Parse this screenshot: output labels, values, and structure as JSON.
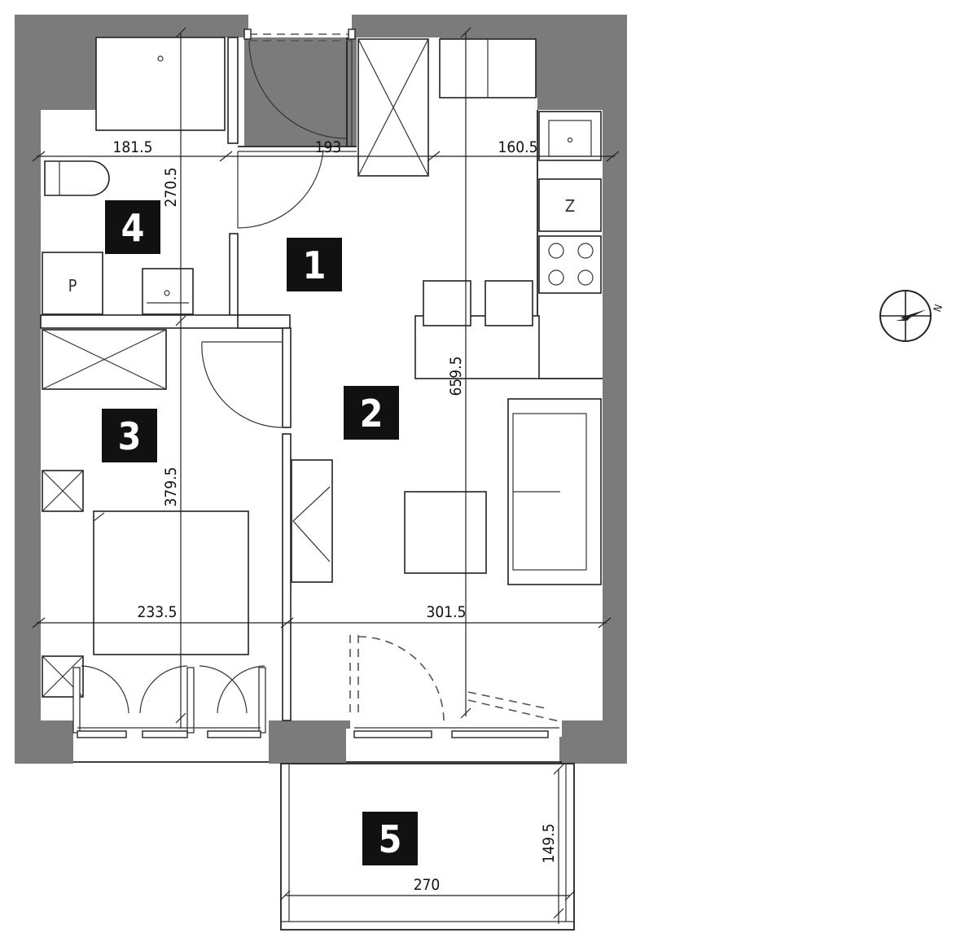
{
  "rooms": [
    {
      "number": "1"
    },
    {
      "number": "2"
    },
    {
      "number": "3"
    },
    {
      "number": "4"
    },
    {
      "number": "5"
    }
  ],
  "dimensions": {
    "d1": "181.5",
    "d2": "193",
    "d3": "160.5",
    "d4": "270.5",
    "d5": "659.5",
    "d6": "379.5",
    "d7": "233.5",
    "d8": "301.5",
    "d9": "149.5",
    "d10": "270"
  },
  "fixtures": {
    "washer_letter": "P",
    "fridge_letter": "Z"
  },
  "compass": {
    "north_letter": "N"
  },
  "colors": {
    "wall": "#7b7b7b",
    "label_bg": "#111111",
    "line": "#222222"
  },
  "icons": [
    "compass-icon",
    "door-swing-icon",
    "window-icon",
    "shaft-cross-icon"
  ]
}
